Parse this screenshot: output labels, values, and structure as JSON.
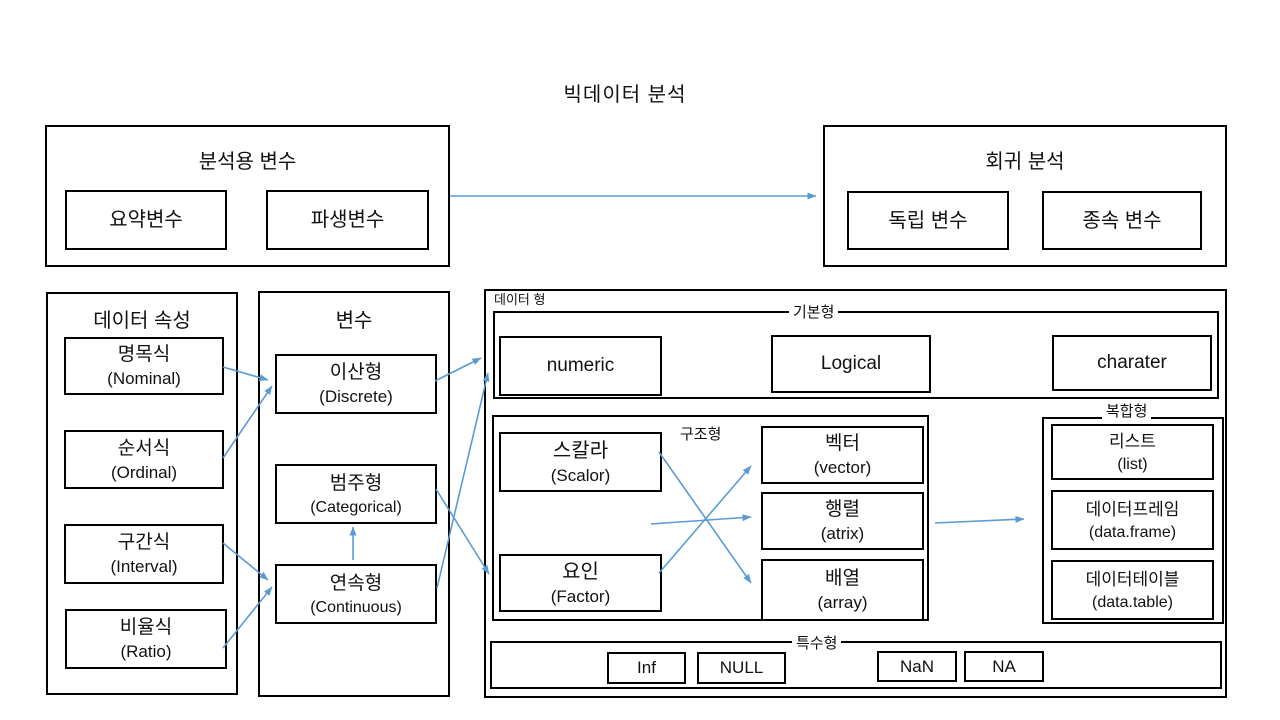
{
  "title": "빅데이터 분석",
  "analysis": {
    "label": "분석용 변수",
    "items": [
      {
        "label": "요약변수"
      },
      {
        "label": "파생변수"
      }
    ]
  },
  "regression": {
    "label": "회귀 분석",
    "items": [
      {
        "label": "독립 변수"
      },
      {
        "label": "종속 변수"
      }
    ]
  },
  "attrs": {
    "label": "데이터 속성",
    "items": [
      {
        "ko": "명목식",
        "en": "(Nominal)"
      },
      {
        "ko": "순서식",
        "en": "(Ordinal)"
      },
      {
        "ko": "구간식",
        "en": "(Interval)"
      },
      {
        "ko": "비율식",
        "en": "(Ratio)"
      }
    ]
  },
  "vars": {
    "label": "변수",
    "items": [
      {
        "ko": "이산형",
        "en": "(Discrete)"
      },
      {
        "ko": "범주형",
        "en": "(Categorical)"
      },
      {
        "ko": "연속형",
        "en": "(Continuous)"
      }
    ]
  },
  "types": {
    "label": "데이터 형",
    "basic": {
      "label": "기본형",
      "items": [
        {
          "label": "numeric"
        },
        {
          "label": "Logical"
        },
        {
          "label": "charater"
        }
      ]
    },
    "structural": {
      "label": "구조형",
      "items": [
        {
          "ko": "스칼라",
          "en": "(Scalor)"
        },
        {
          "ko": "요인",
          "en": "(Factor)"
        },
        {
          "ko": "벡터",
          "en": "(vector)"
        },
        {
          "ko": "행렬",
          "en": "(atrix)"
        },
        {
          "ko": "배열",
          "en": "(array)"
        }
      ]
    },
    "composite": {
      "label": "복합형",
      "items": [
        {
          "ko": "리스트",
          "en": "(list)"
        },
        {
          "ko": "데이터프레임",
          "en": "(data.frame)"
        },
        {
          "ko": "데이터테이블",
          "en": "(data.table)"
        }
      ]
    },
    "special": {
      "label": "특수형",
      "items": [
        {
          "label": "Inf"
        },
        {
          "label": "NULL"
        },
        {
          "label": "NaN"
        },
        {
          "label": "NA"
        }
      ]
    }
  },
  "colors": {
    "arrow": "#5B9BD5",
    "border": "#000000",
    "text": "#111111",
    "background": "#ffffff"
  }
}
